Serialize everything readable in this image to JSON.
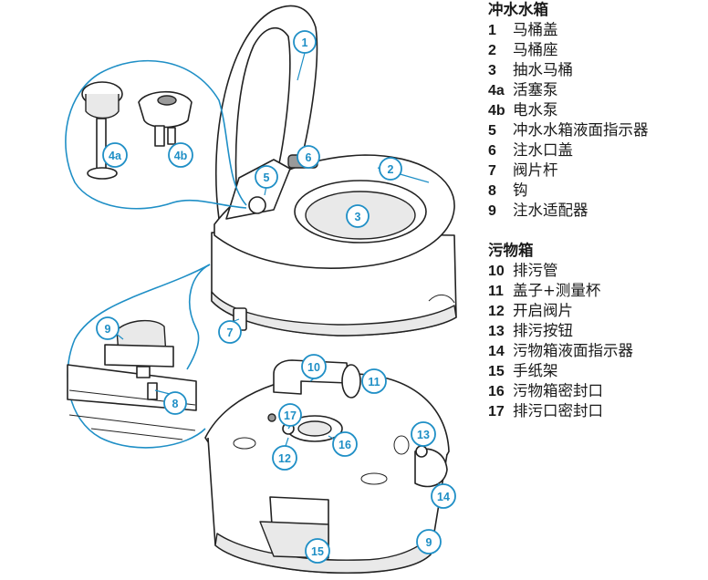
{
  "legend": {
    "flush_tank": {
      "title": "冲水水箱",
      "items": [
        {
          "num": "1",
          "label": "马桶盖"
        },
        {
          "num": "2",
          "label": "马桶座"
        },
        {
          "num": "3",
          "label": "抽水马桶"
        },
        {
          "num": "4a",
          "label": "活塞泵"
        },
        {
          "num": "4b",
          "label": "电水泵"
        },
        {
          "num": "5",
          "label": "冲水水箱液面指示器"
        },
        {
          "num": "6",
          "label": "注水口盖"
        },
        {
          "num": "7",
          "label": "阀片杆"
        },
        {
          "num": "8",
          "label": "钩"
        },
        {
          "num": "9",
          "label": "注水适配器"
        }
      ]
    },
    "waste_tank": {
      "title": "污物箱",
      "items": [
        {
          "num": "10",
          "label": "排污管"
        },
        {
          "num": "11",
          "label": "盖子+测量杯"
        },
        {
          "num": "12",
          "label": "开启阀片"
        },
        {
          "num": "13",
          "label": "排污按钮"
        },
        {
          "num": "14",
          "label": "污物箱液面指示器"
        },
        {
          "num": "15",
          "label": "手纸架"
        },
        {
          "num": "16",
          "label": "污物箱密封口"
        },
        {
          "num": "17",
          "label": "排污口密封口"
        }
      ]
    }
  },
  "callouts": [
    "1",
    "2",
    "3",
    "4a",
    "4b",
    "5",
    "6",
    "7",
    "8",
    "9",
    "10",
    "11",
    "12",
    "13",
    "14",
    "15",
    "16",
    "17",
    "9"
  ],
  "colors": {
    "callout": "#1f8fc6",
    "line": "#222222",
    "text": "#1a1a1a"
  }
}
